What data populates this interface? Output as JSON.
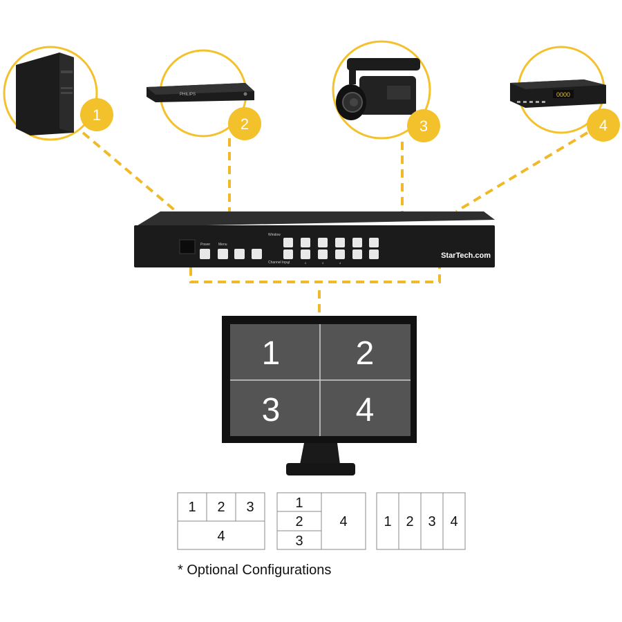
{
  "colors": {
    "accent": "#f3c12b",
    "dash": "#f0b92a",
    "device": "#1c1c1c",
    "badge_text": "#ffffff"
  },
  "sources": [
    {
      "badge": "1",
      "device": "desktop-computer"
    },
    {
      "badge": "2",
      "device": "blu-ray-player",
      "brand_text": "PHILIPS"
    },
    {
      "badge": "3",
      "device": "video-camera"
    },
    {
      "badge": "4",
      "device": "set-top-box",
      "display_text": "0000"
    }
  ],
  "switcher": {
    "brand": "StarTech.com",
    "labels": {
      "power": "Power",
      "menu": "Menu",
      "window": "Window",
      "channel_input": "Channel Input"
    },
    "input_numbers": [
      "1",
      "2",
      "3",
      "4"
    ]
  },
  "monitor": {
    "quadrants": [
      "1",
      "2",
      "3",
      "4"
    ]
  },
  "configurations": [
    {
      "cells": [
        "1",
        "2",
        "3",
        "4"
      ]
    },
    {
      "cells": [
        "1",
        "2",
        "3",
        "4"
      ]
    },
    {
      "cells": [
        "1",
        "2",
        "3",
        "4"
      ]
    }
  ],
  "footnote": "* Optional Configurations"
}
